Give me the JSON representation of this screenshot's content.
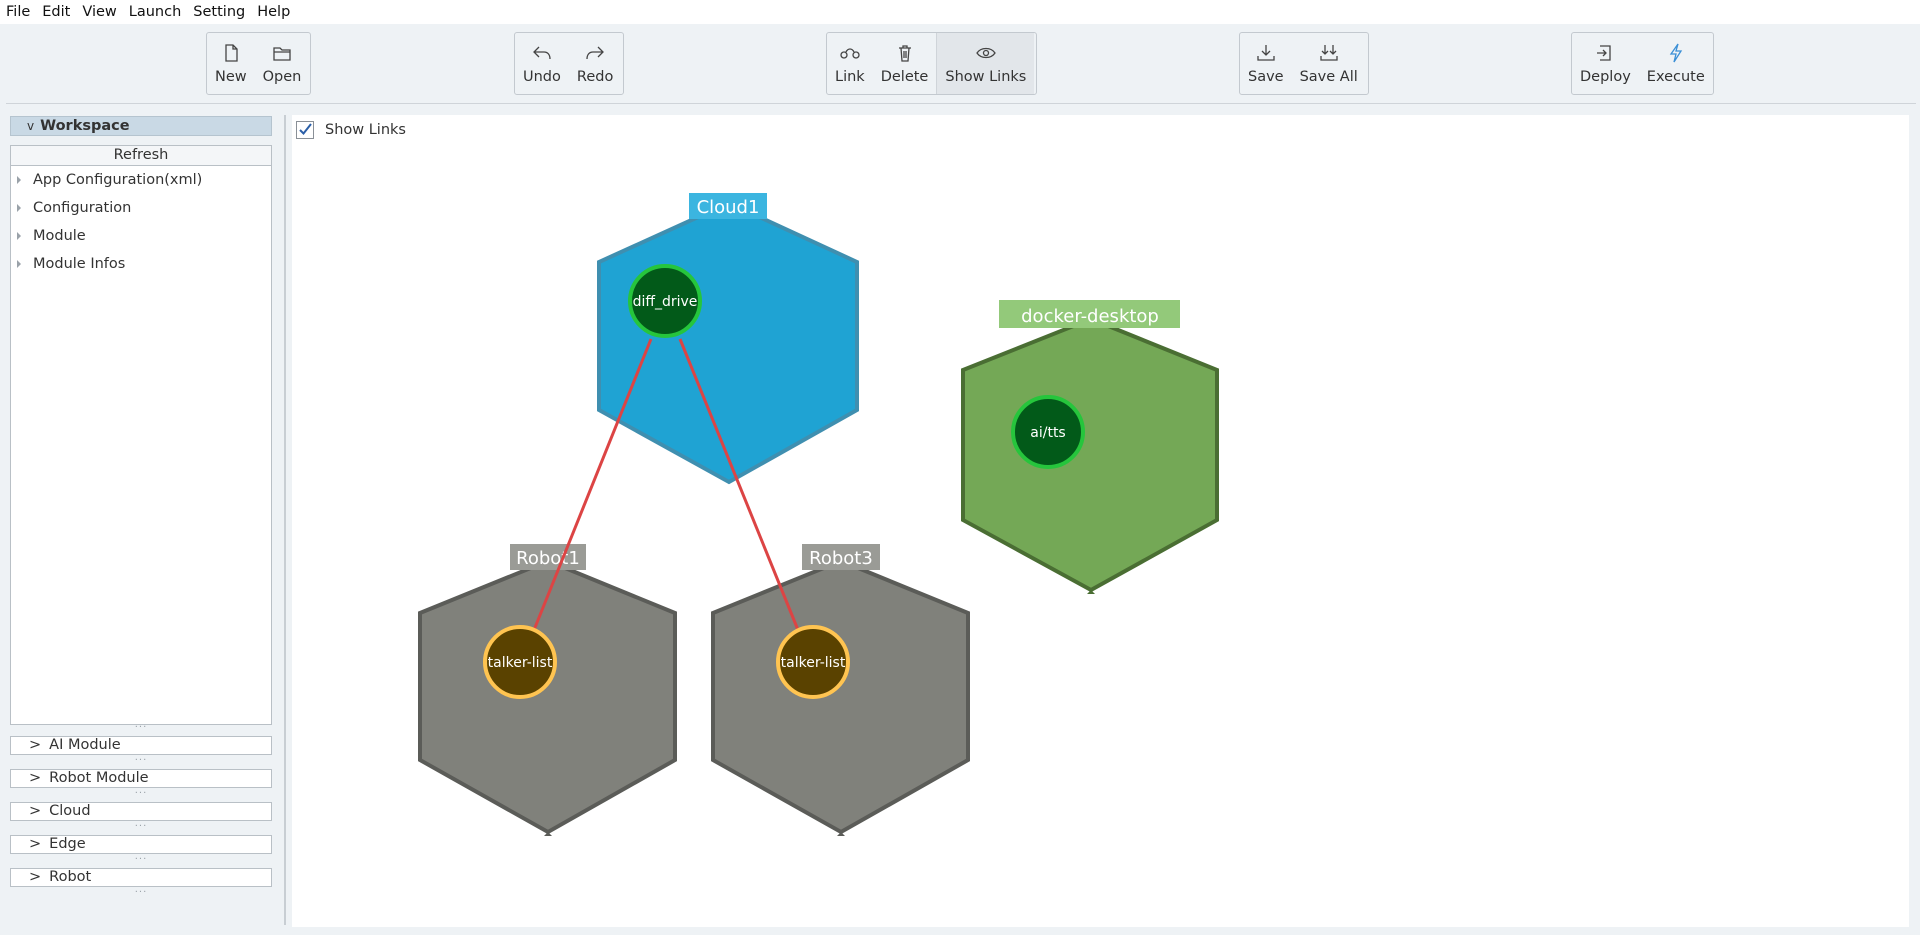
{
  "menu": [
    "File",
    "Edit",
    "View",
    "Launch",
    "Setting",
    "Help"
  ],
  "toolbar": {
    "new": "New",
    "open": "Open",
    "undo": "Undo",
    "redo": "Redo",
    "link": "Link",
    "delete": "Delete",
    "show_links": "Show Links",
    "save": "Save",
    "save_all": "Save All",
    "deploy": "Deploy",
    "execute": "Execute"
  },
  "sidebar": {
    "workspace": "Workspace",
    "refresh": "Refresh",
    "tree": [
      "App Configuration(xml)",
      "Configuration",
      "Module",
      "Module Infos"
    ],
    "sections": [
      "AI Module",
      "Robot Module",
      "Cloud",
      "Edge",
      "Robot"
    ]
  },
  "canvas": {
    "show_links_label": "Show Links",
    "show_links_checked": true
  },
  "graph": {
    "hosts": [
      {
        "name": "Cloud1",
        "color": "#1fa3d3",
        "label_color": "#3bb5e0",
        "border": "#3f8fb0"
      },
      {
        "name": "docker-desktop",
        "color": "#74a856",
        "label_color": "#93c97a",
        "border": "#4a6e33"
      },
      {
        "name": "Robot1",
        "color": "#80817b",
        "label_color": "#9a9b96",
        "border": "#5b5c58"
      },
      {
        "name": "Robot3",
        "color": "#80817b",
        "label_color": "#9a9b96",
        "border": "#5b5c58"
      }
    ],
    "modules": [
      {
        "name": "diff_drive",
        "host": "Cloud1",
        "fill": "#025a19",
        "ring": "#26c53c"
      },
      {
        "name": "ai/tts",
        "host": "docker-desktop",
        "fill": "#025a19",
        "ring": "#26c53c"
      },
      {
        "name": "talker-list",
        "host": "Robot1",
        "fill": "#5a4200",
        "ring": "#ffc451"
      },
      {
        "name": "talker-list",
        "host": "Robot3",
        "fill": "#5a4200",
        "ring": "#ffc451"
      }
    ],
    "links": [
      {
        "from": "diff_drive",
        "to": "Robot1/talker-list"
      },
      {
        "from": "diff_drive",
        "to": "Robot3/talker-list"
      }
    ],
    "link_color": "#dc4444"
  }
}
